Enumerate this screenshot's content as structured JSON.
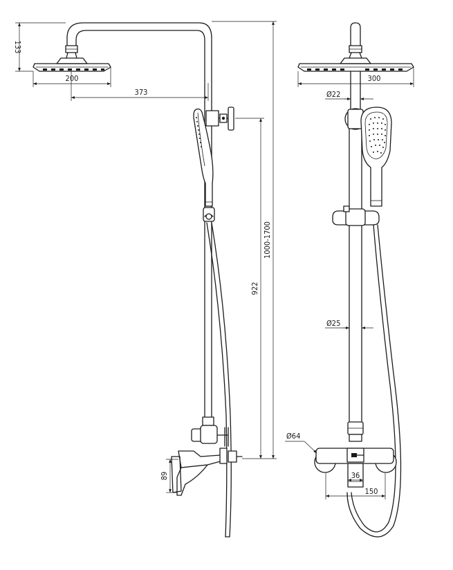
{
  "dimensions": {
    "shower_head_height": "133",
    "side_head_width": "200",
    "arm_reach": "373",
    "bar_length": "922",
    "install_height": "1000-1700",
    "mixer_height": "89",
    "front_head_width": "300",
    "top_pipe_diameter": "Ø22",
    "bar_diameter": "Ø25",
    "flange_diameter": "Ø64",
    "spout_width": "36",
    "inlet_spacing": "150"
  }
}
